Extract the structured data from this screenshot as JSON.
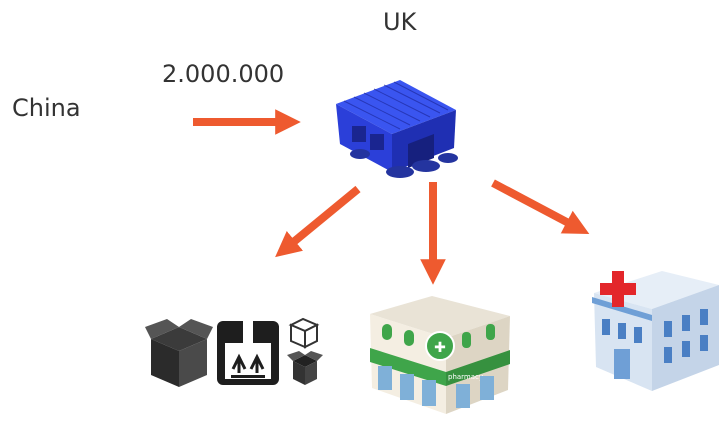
{
  "labels": {
    "destination": "UK",
    "origin": "China",
    "quantity": "2.000.000"
  },
  "icons": {
    "warehouse": "warehouse-icon",
    "boxes": "shipping-boxes-icon",
    "pharmacy": "pharmacy-building-icon",
    "hospital": "hospital-building-icon"
  },
  "pharmacy_sign": "pharmacy",
  "colors": {
    "arrow": "#EE5A2F",
    "warehouse": "#2B3FD9",
    "text": "#333333",
    "pharmacy_green": "#3FA54A",
    "hospital_cross": "#E3262A"
  }
}
